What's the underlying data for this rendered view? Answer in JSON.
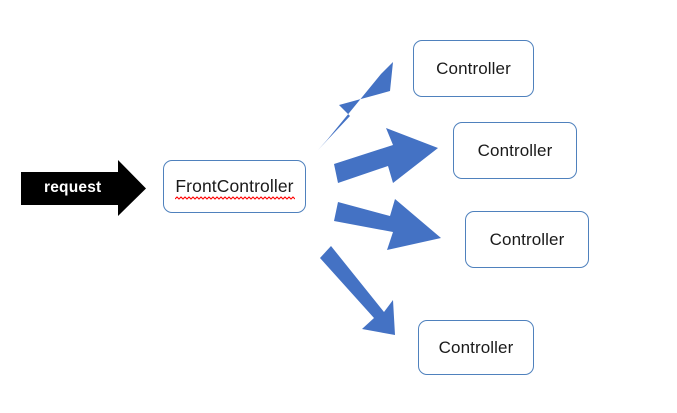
{
  "diagram": {
    "title": "Front Controller dispatch diagram",
    "background_color": "#ffffff",
    "arrow_fill_color": "#4472C4",
    "box_border_color": "#4F81BD",
    "request_arrow_color": "#000000",
    "request_label_color": "#FFFFFF",
    "spellcheck_underline_color": "#FF0000",
    "request_arrow": {
      "label": "request",
      "direction": "right"
    },
    "front_controller": {
      "label": "FrontController",
      "has_spellcheck_underline": true
    },
    "controllers": [
      {
        "label": "Controller"
      },
      {
        "label": "Controller"
      },
      {
        "label": "Controller"
      },
      {
        "label": "Controller"
      }
    ],
    "dispatch_arrows": [
      {
        "name": "arrow-to-controller-1",
        "direction": "up-right"
      },
      {
        "name": "arrow-to-controller-2",
        "direction": "right-slight-up"
      },
      {
        "name": "arrow-to-controller-3",
        "direction": "right-slight-down"
      },
      {
        "name": "arrow-to-controller-4",
        "direction": "down-right"
      }
    ]
  }
}
